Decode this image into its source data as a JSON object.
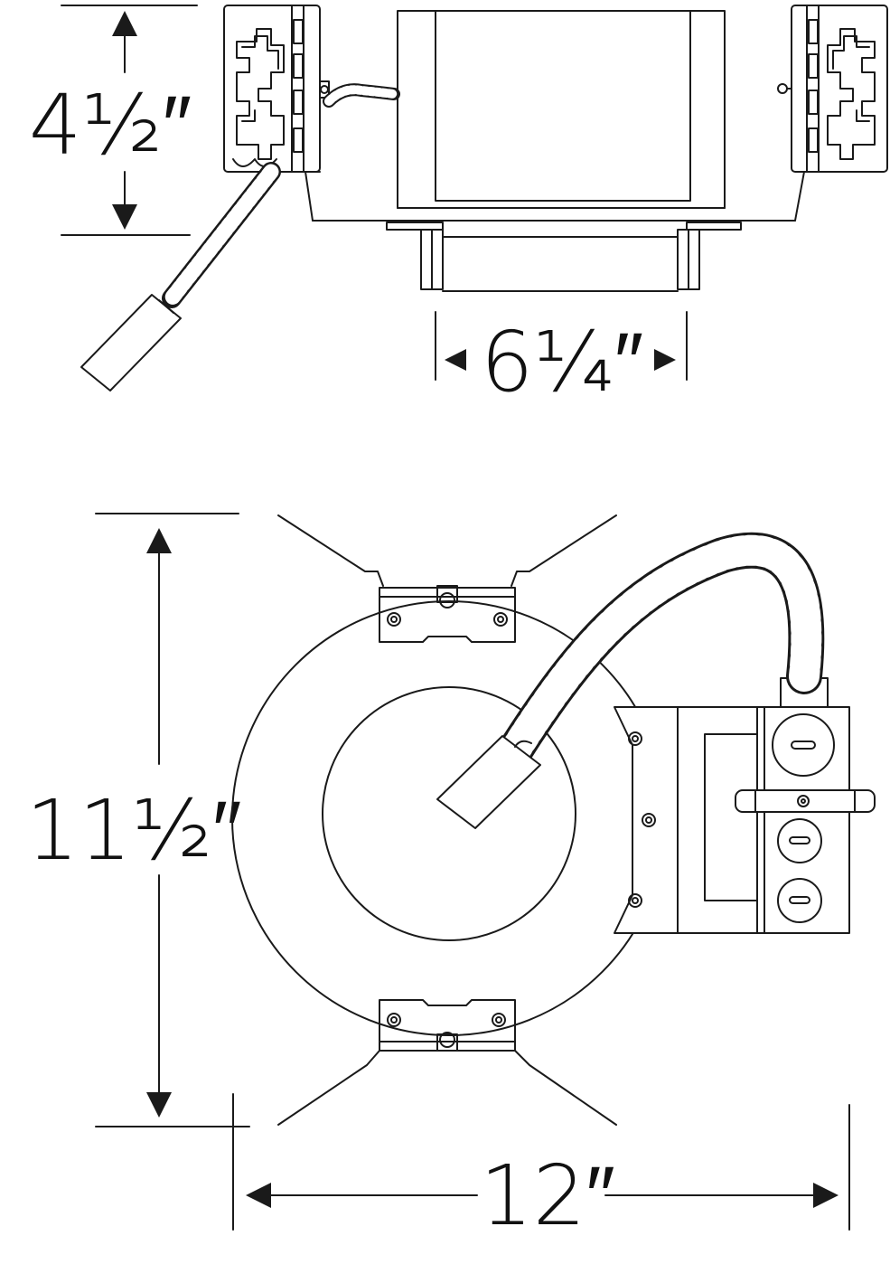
{
  "dimensions": {
    "height_side": "4½″",
    "width_side": "6¼″",
    "height_top": "11½″",
    "width_top": "12″"
  },
  "colors": {
    "line": "#1a1a1a",
    "background": "#ffffff"
  }
}
